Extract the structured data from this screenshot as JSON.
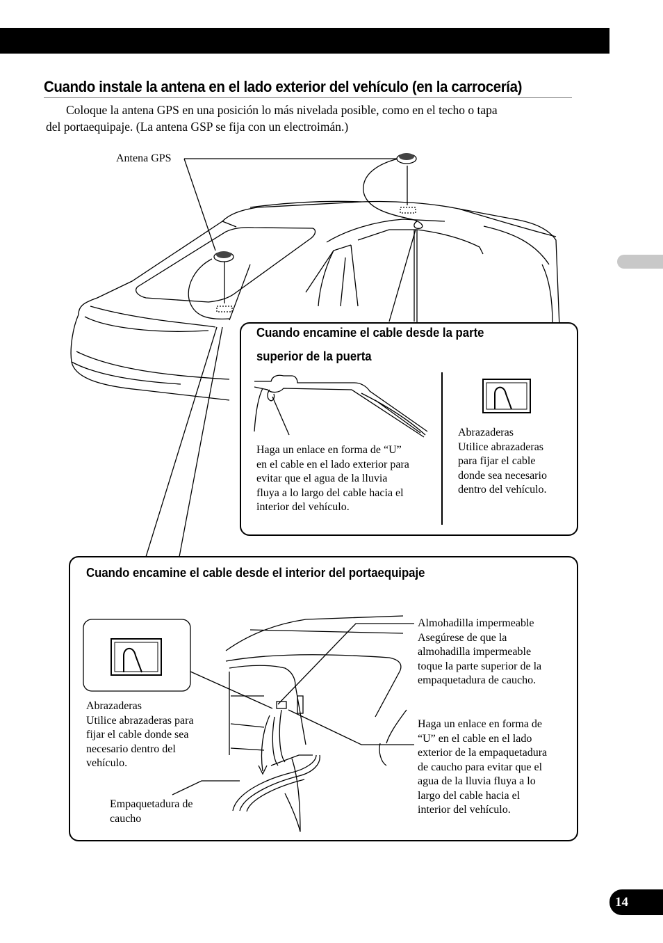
{
  "header": {
    "title": "Cuando instale la antena en el lado exterior del vehículo (en la carrocería)"
  },
  "intro": {
    "line1": "Coloque la antena GPS en una posición lo más nivelada posible, como en el techo o tapa",
    "line2": "del portaequipaje. (La antena GSP se fija con un electroimán.)"
  },
  "labels": {
    "antenna": "Antena GPS"
  },
  "door_box": {
    "title_line1": "Cuando encamine el cable desde la parte",
    "title_line2": "superior de la puerta",
    "u_loop_text": [
      "Haga un enlace en forma de “U”",
      "en el cable en el lado exterior para",
      "evitar que el agua de la lluvia",
      "fluya a lo largo del cable hacia el",
      "interior del vehículo."
    ],
    "clamps_text": [
      "Abrazaderas",
      "Utilice abrazaderas",
      "para fijar el cable",
      "donde sea necesario",
      "dentro del vehículo."
    ]
  },
  "trunk_box": {
    "title": "Cuando encamine el cable desde el interior del portaequipaje",
    "clamps_text": [
      "Abrazaderas",
      "Utilice abrazaderas para",
      "fijar el cable donde sea",
      "necesario dentro del",
      "vehículo."
    ],
    "pad_text": [
      "Almohadilla impermeable",
      "Asegúrese de que la",
      "almohadilla impermeable",
      "toque la parte superior de la",
      "empaquetadura de caucho."
    ],
    "u_loop_text": [
      "Haga un enlace en forma de",
      "“U” en el cable en el lado",
      "exterior de la empaquetadura",
      "de caucho para evitar que el",
      "agua de la lluvia fluya a lo",
      "largo del cable hacia el",
      "interior del vehículo."
    ],
    "gasket_text": [
      "Empaquetadura de",
      "caucho"
    ]
  },
  "page_number": "14"
}
